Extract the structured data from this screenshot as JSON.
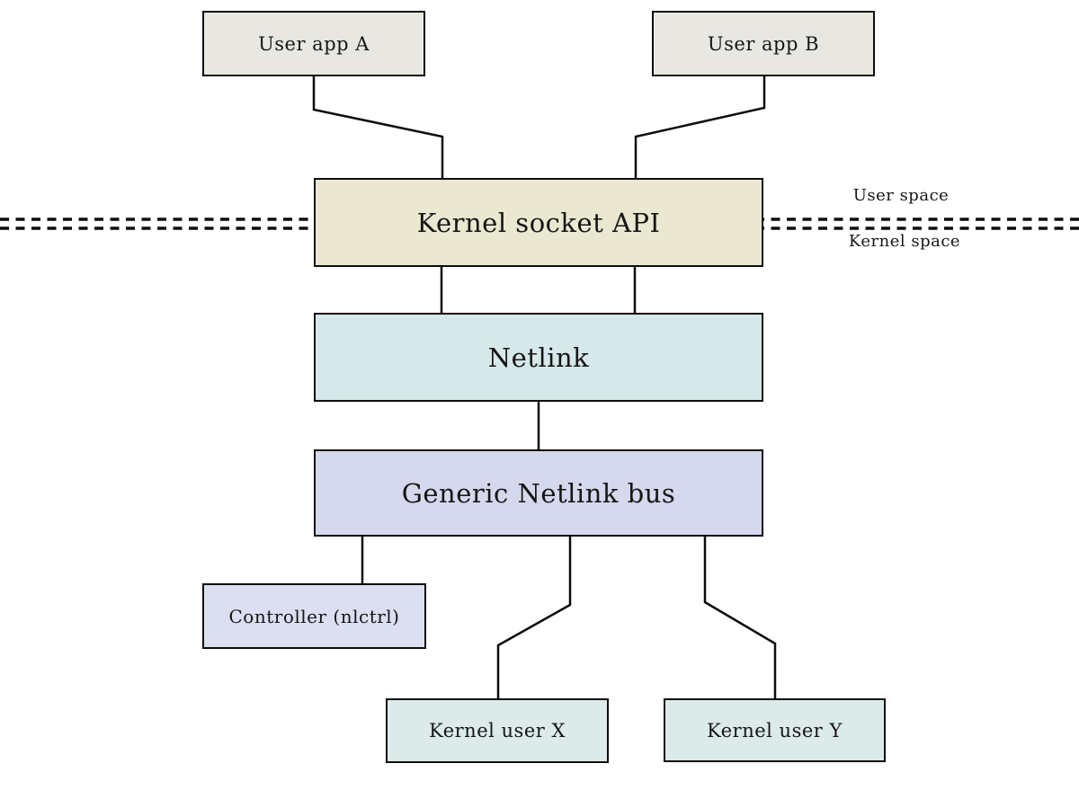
{
  "diagram": {
    "nodes": {
      "user_app_a": {
        "label": "User app A",
        "fill": "#e8e7e2"
      },
      "user_app_b": {
        "label": "User app B",
        "fill": "#e8e7e2"
      },
      "kernel_socket_api": {
        "label": "Kernel socket API",
        "fill": "#eae8d1"
      },
      "netlink": {
        "label": "Netlink",
        "fill": "#d6e8ea"
      },
      "generic_netlink_bus": {
        "label": "Generic Netlink bus",
        "fill": "#d6d8ed"
      },
      "controller": {
        "label": "Controller (nlctrl)",
        "fill": "#dcdef2"
      },
      "kernel_user_x": {
        "label": "Kernel user X",
        "fill": "#dceae9"
      },
      "kernel_user_y": {
        "label": "Kernel user Y",
        "fill": "#dceae9"
      }
    },
    "region_labels": {
      "user_space": "User space",
      "kernel_space": "Kernel space"
    },
    "colors": {
      "background": "#ffffff",
      "line": "#000000",
      "border": "#0d0d0d",
      "text": "#161616"
    }
  }
}
